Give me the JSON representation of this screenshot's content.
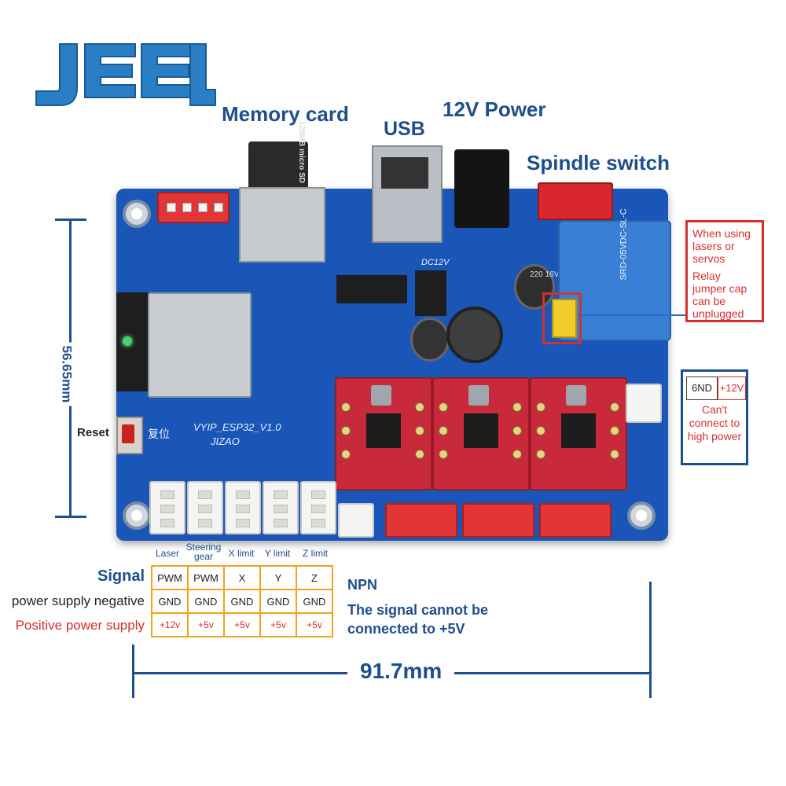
{
  "logo": {
    "text": "JEEL",
    "color": "#2a7fc4"
  },
  "labels": {
    "memory_card": "Memory card",
    "usb": "USB",
    "power_12v": "12V Power",
    "spindle_switch": "Spindle switch",
    "reset": "Reset"
  },
  "board": {
    "name_line1": "VYIP_ESP32_V1.0",
    "name_line2": "JIZAO",
    "reset_cn": "复位",
    "sd_card_text": "128MB micro SD",
    "relay_text": "SRD-05VDC-SL-C",
    "cap_text": "220 16V",
    "dc_label": "DC12V",
    "color": "#1a56b8"
  },
  "dimensions": {
    "height": "56.65mm",
    "width": "91.7mm"
  },
  "jumper_note": {
    "line1": "When using lasers or servos",
    "line2": "Relay jumper cap can be unplugged"
  },
  "power_note": {
    "gnd": "6ND",
    "plus12v": "+12V",
    "warning": "Can't connect to high power"
  },
  "pinout": {
    "columns": [
      "Laser",
      "Steering gear",
      "X limit",
      "Y limit",
      "Z limit"
    ],
    "row_labels": {
      "signal": "Signal",
      "negative": "power supply negative",
      "positive": "Positive power supply"
    },
    "signal": [
      "PWM",
      "PWM",
      "X",
      "Y",
      "Z"
    ],
    "negative": [
      "GND",
      "GND",
      "GND",
      "GND",
      "GND"
    ],
    "positive": [
      "+12v",
      "+5v",
      "+5v",
      "+5v",
      "+5v"
    ]
  },
  "npn": {
    "title": "NPN",
    "note": "The signal cannot be connected to +5V"
  }
}
